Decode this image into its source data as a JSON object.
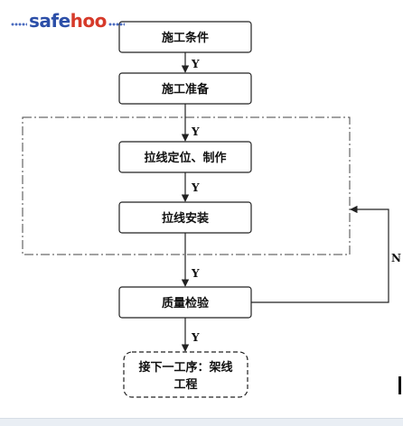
{
  "logo": {
    "text_main": "safe",
    "text_accent": "hoo",
    "color_main": "#2c4fa8",
    "color_accent": "#d63a2a"
  },
  "flowchart": {
    "nodes": [
      {
        "id": "n1",
        "label": "施工条件",
        "style": "solid"
      },
      {
        "id": "n2",
        "label": "施工准备",
        "style": "solid"
      },
      {
        "id": "n3",
        "label": "拉线定位、制作",
        "style": "solid"
      },
      {
        "id": "n4",
        "label": "拉线安装",
        "style": "solid"
      },
      {
        "id": "n5",
        "label": "质量检验",
        "style": "solid"
      },
      {
        "id": "n6",
        "label_lines": [
          "接下一工序：架线",
          "工程"
        ],
        "style": "dashed"
      }
    ],
    "edge_labels": {
      "yes": "Y",
      "no": "N"
    },
    "colors": {
      "stroke": "#222222",
      "group_frame": "#444444",
      "box_fill": "#ffffff"
    }
  }
}
